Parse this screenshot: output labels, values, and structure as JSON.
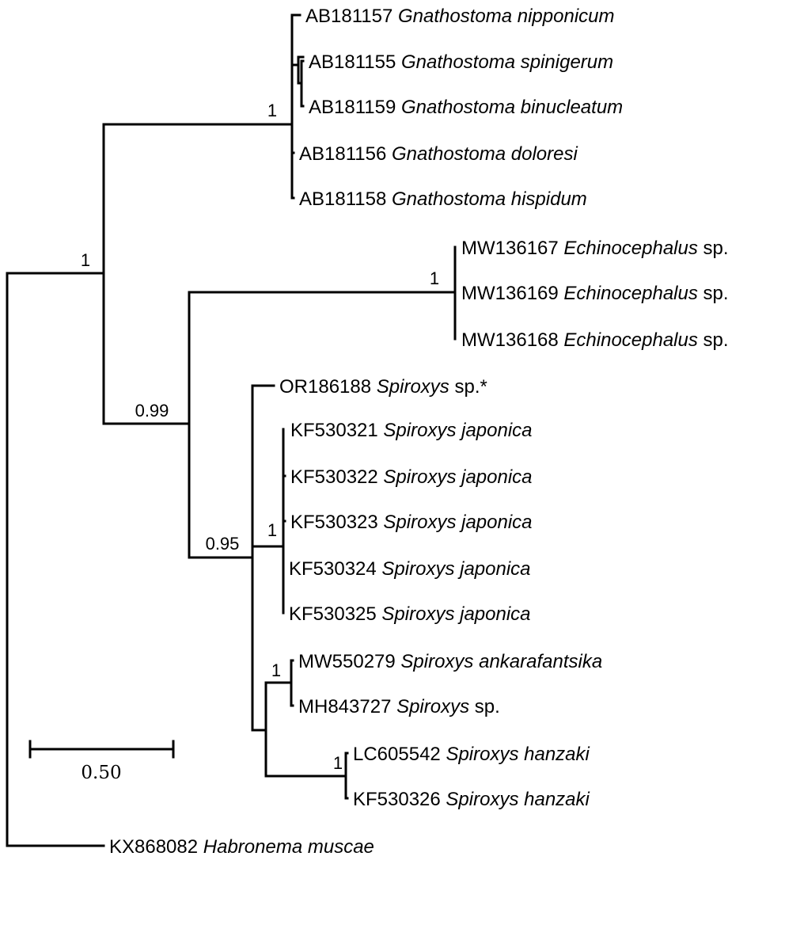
{
  "tree": {
    "taxa": [
      {
        "accession": "AB181157",
        "species": "Gnathostoma nipponicum",
        "suffix": ""
      },
      {
        "accession": "AB181155",
        "species": "Gnathostoma spinigerum",
        "suffix": ""
      },
      {
        "accession": "AB181159",
        "species": "Gnathostoma binucleatum",
        "suffix": ""
      },
      {
        "accession": "AB181156",
        "species": "Gnathostoma doloresi",
        "suffix": ""
      },
      {
        "accession": "AB181158",
        "species": "Gnathostoma hispidum",
        "suffix": ""
      },
      {
        "accession": "MW136167",
        "species": "Echinocephalus",
        "suffix": " sp."
      },
      {
        "accession": "MW136169",
        "species": "Echinocephalus",
        "suffix": " sp."
      },
      {
        "accession": "MW136168",
        "species": "Echinocephalus",
        "suffix": " sp."
      },
      {
        "accession": "OR186188",
        "species": "Spiroxys",
        "suffix": " sp.*"
      },
      {
        "accession": "KF530321",
        "species": "Spiroxys japonica",
        "suffix": ""
      },
      {
        "accession": "KF530322",
        "species": "Spiroxys japonica",
        "suffix": ""
      },
      {
        "accession": "KF530323",
        "species": "Spiroxys japonica",
        "suffix": ""
      },
      {
        "accession": "KF530324",
        "species": "Spiroxys japonica",
        "suffix": ""
      },
      {
        "accession": "KF530325",
        "species": "Spiroxys japonica",
        "suffix": ""
      },
      {
        "accession": "MW550279",
        "species": "Spiroxys ankarafantsika",
        "suffix": ""
      },
      {
        "accession": "MH843727",
        "species": "Spiroxys",
        "suffix": " sp."
      },
      {
        "accession": "LC605542",
        "species": "Spiroxys hanzaki",
        "suffix": ""
      },
      {
        "accession": "KF530326",
        "species": "Spiroxys hanzaki",
        "suffix": ""
      },
      {
        "accession": "KX868082",
        "species": "Habronema muscae",
        "suffix": ""
      }
    ],
    "support_values": [
      "1",
      "1",
      "1",
      "0.99",
      "0.95",
      "1",
      "1",
      "1"
    ]
  },
  "scale_bar": {
    "value": 0.5,
    "label": "0.50"
  }
}
